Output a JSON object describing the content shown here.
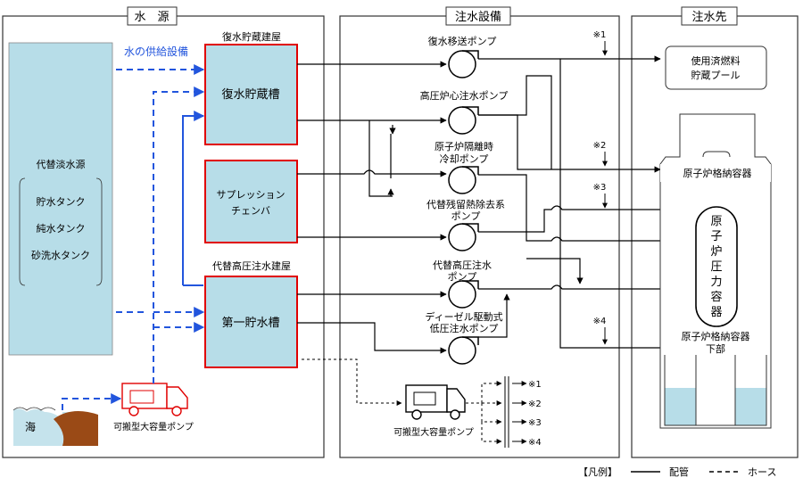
{
  "sections": {
    "source": "水　源",
    "equipment": "注水設備",
    "destination": "注水先"
  },
  "labels": {
    "water_supply_equipment": "水の供給設備",
    "recovery_building": "復水貯蔵建屋",
    "recovery_tank": "復水貯蔵槽",
    "suppression_chamber_line1": "サプレッション",
    "suppression_chamber_line2": "チェンバ",
    "alt_hp_building": "代替高圧注水建屋",
    "first_storage_tank": "第一貯水槽",
    "alt_freshwater_source": "代替淡水源",
    "storage_tank": "貯水タンク",
    "pure_water_tank": "純水タンク",
    "filter_wash_tank": "砂洗水タンク",
    "sea": "海",
    "portable_pump_source": "可搬型大容量ポンプ",
    "portable_pump_equipment": "可搬型大容量ポンプ",
    "pump_recovery_transfer": "復水移送ポンプ",
    "pump_hpcs": "高圧炉心注水ポンプ",
    "pump_rcic_line1": "原子炉隔離時",
    "pump_rcic_line2": "冷却ポンプ",
    "pump_alt_rhr_line1": "代替残留熱除去系",
    "pump_alt_rhr_line2": "ポンプ",
    "pump_alt_hp_line1": "代替高圧注水",
    "pump_alt_hp_line2": "ポンプ",
    "pump_diesel_line1": "ディーゼル駆動式",
    "pump_diesel_line2": "低圧注水ポンプ",
    "spent_fuel_pool_line1": "使用済燃料",
    "spent_fuel_pool_line2": "貯蔵プール",
    "containment_vessel": "原子炉格納容器",
    "pressure_vessel_chars": [
      "原",
      "子",
      "炉",
      "圧",
      "力",
      "容",
      "器"
    ],
    "containment_lower_line1": "原子炉格納容器",
    "containment_lower_line2": "下部",
    "note1": "※1",
    "note2": "※2",
    "note3": "※3",
    "note4": "※4",
    "legend_bracket": "【凡例】",
    "legend_pipe": "配管",
    "legend_hose": "ホース"
  },
  "colors": {
    "tank_fill": "#b7dde8",
    "tank_border_red": "#e00000",
    "hose_blue": "#2255dd",
    "sea_blue": "#c5e3ec",
    "earth_brown": "#9a4a16",
    "panel_border": "#333333"
  }
}
